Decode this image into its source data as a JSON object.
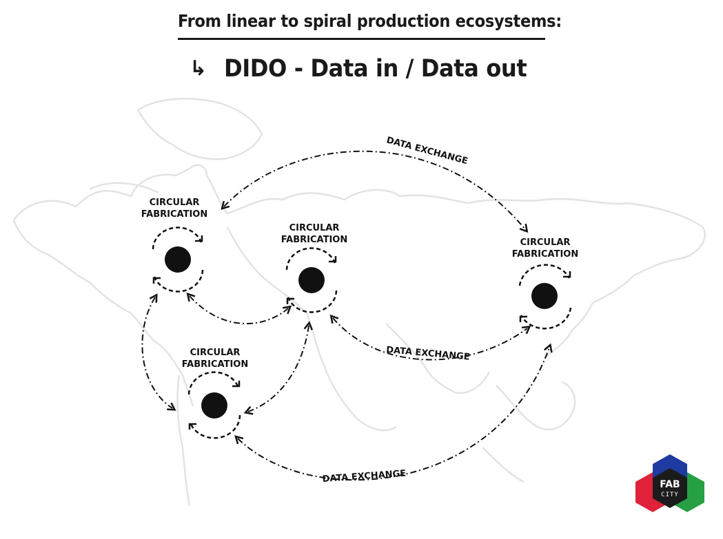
{
  "title": "From linear to spiral production ecosystems:",
  "subtitle_arrow": "↳",
  "subtitle": "DIDO - Data in / Data out",
  "nodes": [
    {
      "line1": "CIRCULAR",
      "line2": "FABRICATION"
    },
    {
      "line1": "CIRCULAR",
      "line2": "FABRICATION"
    },
    {
      "line1": "CIRCULAR",
      "line2": "FABRICATION"
    },
    {
      "line1": "CIRCULAR",
      "line2": "FABRICATION"
    }
  ],
  "exchanges": [
    {
      "label": "DATA EXCHANGE"
    },
    {
      "label": "DATA EXCHANGE"
    },
    {
      "label": "DATA EXCHANGE"
    }
  ],
  "logo": {
    "line1": "FAB",
    "line2": "CITY",
    "colors": {
      "top": "#1f3aa0",
      "left": "#e0213a",
      "right": "#26a043"
    }
  },
  "colors": {
    "ink": "#111111",
    "map": "#e4e4e4"
  }
}
